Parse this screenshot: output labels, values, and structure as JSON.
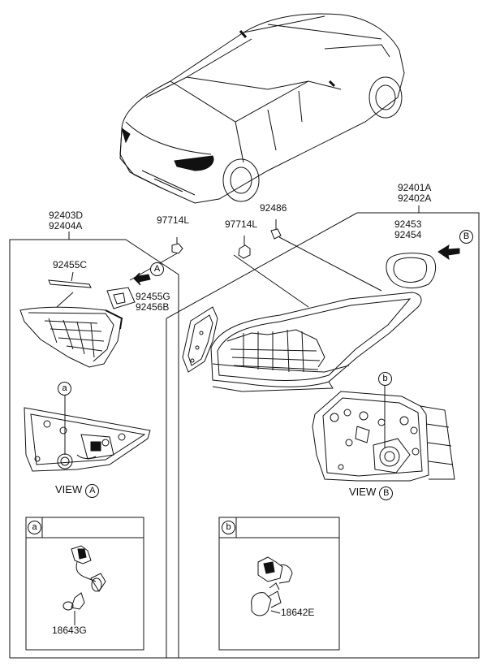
{
  "parts": {
    "p92403D": "92403D",
    "p92404A": "92404A",
    "p97714L_left": "97714L",
    "p97714L_right": "97714L",
    "p92486": "92486",
    "p92401A": "92401A",
    "p92402A": "92402A",
    "p92453": "92453",
    "p92454": "92454",
    "p92455C": "92455C",
    "p92455G": "92455G",
    "p92456B": "92456B",
    "p18643G": "18643G",
    "p18642E": "18642E"
  },
  "views": {
    "view_a_word": "VIEW",
    "view_a_letter": "A",
    "view_b_word": "VIEW",
    "view_b_letter": "B"
  },
  "callouts": {
    "arrow_a": "A",
    "arrow_b": "B",
    "socket_a": "a",
    "socket_b": "b",
    "box_a": "a",
    "box_b": "b"
  }
}
